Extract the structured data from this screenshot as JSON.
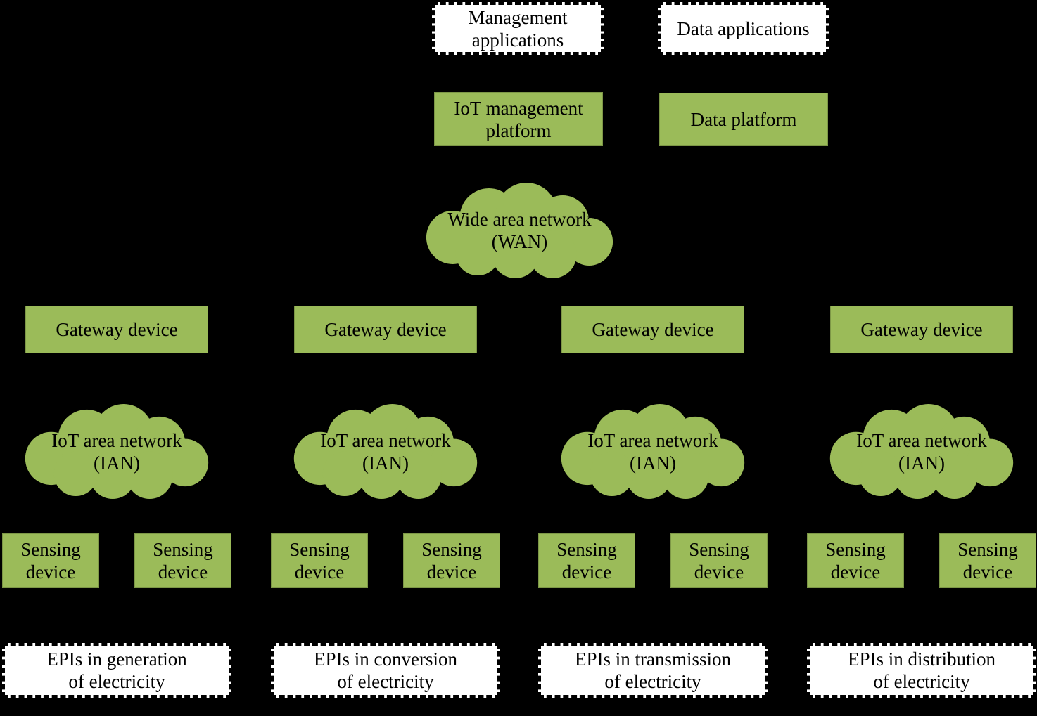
{
  "diagram": {
    "background": "#000000",
    "shape_fill_green": "#9bbb59",
    "shape_border_green": "#7d9747",
    "dashed_box_fill": "#ffffff",
    "dashed_box_border": "#000000",
    "text_color": "#000000"
  },
  "application_layer": {
    "management_applications": {
      "lines": [
        "Management",
        "applications"
      ]
    },
    "data_applications": {
      "lines": [
        "Data applications"
      ]
    }
  },
  "platform_layer": {
    "iot_management_platform": {
      "lines": [
        "IoT management",
        "platform"
      ]
    },
    "data_platform": {
      "lines": [
        "Data platform"
      ]
    }
  },
  "wan_cloud": {
    "lines": [
      "Wide area network",
      "(WAN)"
    ]
  },
  "columns": [
    {
      "gateway": {
        "lines": [
          "Gateway device"
        ]
      },
      "ian_cloud": {
        "lines": [
          "IoT area network",
          "(IAN)"
        ]
      },
      "sensing_devices": [
        {
          "lines": [
            "Sensing",
            "device"
          ]
        },
        {
          "lines": [
            "Sensing",
            "device"
          ]
        }
      ],
      "epi": {
        "lines": [
          "EPIs in generation",
          "of electricity"
        ]
      }
    },
    {
      "gateway": {
        "lines": [
          "Gateway device"
        ]
      },
      "ian_cloud": {
        "lines": [
          "IoT area network",
          "(IAN)"
        ]
      },
      "sensing_devices": [
        {
          "lines": [
            "Sensing",
            "device"
          ]
        },
        {
          "lines": [
            "Sensing",
            "device"
          ]
        }
      ],
      "epi": {
        "lines": [
          "EPIs in conversion",
          "of electricity"
        ]
      }
    },
    {
      "gateway": {
        "lines": [
          "Gateway device"
        ]
      },
      "ian_cloud": {
        "lines": [
          "IoT area network",
          "(IAN)"
        ]
      },
      "sensing_devices": [
        {
          "lines": [
            "Sensing",
            "device"
          ]
        },
        {
          "lines": [
            "Sensing",
            "device"
          ]
        }
      ],
      "epi": {
        "lines": [
          "EPIs in transmission",
          "of electricity"
        ]
      }
    },
    {
      "gateway": {
        "lines": [
          "Gateway device"
        ]
      },
      "ian_cloud": {
        "lines": [
          "IoT area network",
          "(IAN)"
        ]
      },
      "sensing_devices": [
        {
          "lines": [
            "Sensing",
            "device"
          ]
        },
        {
          "lines": [
            "Sensing",
            "device"
          ]
        }
      ],
      "epi": {
        "lines": [
          "EPIs in distribution",
          "of electricity"
        ]
      }
    }
  ]
}
